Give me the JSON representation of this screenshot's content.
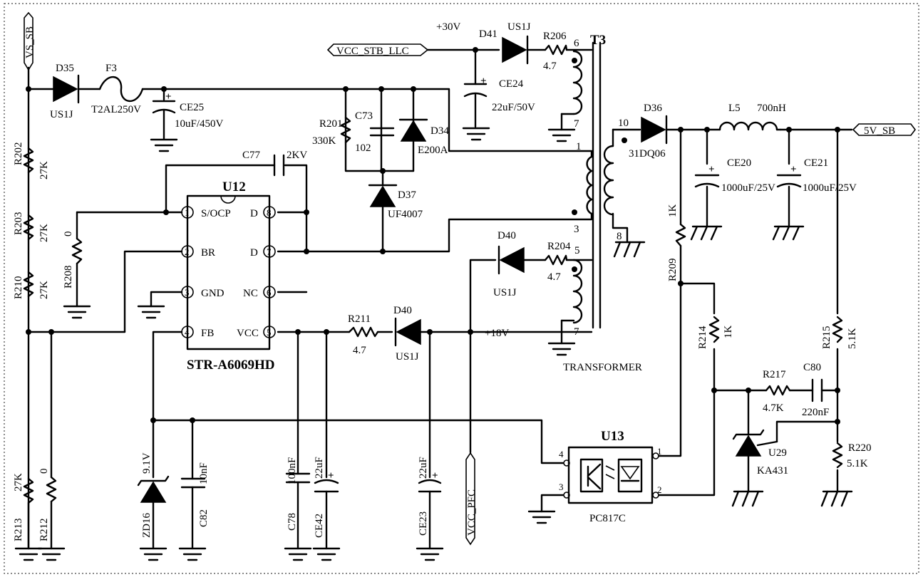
{
  "nets": {
    "vs_sb": "VS_SB",
    "vcc_stb_llc": "VCC_STB_LLC",
    "v5_sb": "5V_SB",
    "vcc_pfc": "VCC_PFC",
    "v30": "+30V",
    "v18": "+18V"
  },
  "u12": {
    "ref": "U12",
    "part": "STR-A6069HD",
    "pins": [
      {
        "num": "1",
        "name": "S/OCP"
      },
      {
        "num": "2",
        "name": "BR"
      },
      {
        "num": "3",
        "name": "GND"
      },
      {
        "num": "4",
        "name": "FB"
      },
      {
        "num": "8",
        "name": "D"
      },
      {
        "num": "7",
        "name": "D"
      },
      {
        "num": "6",
        "name": "NC"
      },
      {
        "num": "5",
        "name": "VCC"
      }
    ]
  },
  "u13": {
    "ref": "U13",
    "part": "PC817C",
    "pins": {
      "p1": "1",
      "p2": "2",
      "p3": "3",
      "p4": "4"
    }
  },
  "t3": {
    "ref": "T3",
    "name": "TRANSFORMER",
    "pins": {
      "p1": "1",
      "p3": "3",
      "p5": "5",
      "p6": "6",
      "p7a": "7",
      "p7b": "7",
      "p8": "8",
      "p10": "10"
    }
  },
  "parts": {
    "D35": {
      "ref": "D35",
      "val": "US1J"
    },
    "F3": {
      "ref": "F3",
      "val": "T2AL250V"
    },
    "CE25": {
      "ref": "CE25",
      "val": "10uF/450V"
    },
    "R201": {
      "ref": "R201",
      "val": "330K"
    },
    "C73": {
      "ref": "C73",
      "val": "102"
    },
    "D34": {
      "ref": "D34",
      "val": "E200A"
    },
    "D37": {
      "ref": "D37",
      "val": "UF4007"
    },
    "C77": {
      "ref": "C77",
      "val": "2KV"
    },
    "D41": {
      "ref": "D41",
      "val": "US1J"
    },
    "R206": {
      "ref": "R206",
      "val": "4.7"
    },
    "CE24": {
      "ref": "CE24",
      "val": "22uF/50V"
    },
    "D40a": {
      "ref": "D40",
      "val": "US1J"
    },
    "R204": {
      "ref": "R204",
      "val": "4.7"
    },
    "R211": {
      "ref": "R211",
      "val": "4.7"
    },
    "D40b": {
      "ref": "D40",
      "val": "US1J"
    },
    "R202": {
      "ref": "R202",
      "val": "27K"
    },
    "R203": {
      "ref": "R203",
      "val": "27K"
    },
    "R210": {
      "ref": "R210",
      "val": "27K"
    },
    "R208": {
      "ref": "R208",
      "val": "0"
    },
    "R213": {
      "ref": "R213",
      "val": "27K"
    },
    "R212": {
      "ref": "R212",
      "val": "0"
    },
    "ZD16": {
      "ref": "ZD16",
      "val": "9.1V"
    },
    "C82": {
      "ref": "C82",
      "val": "10nF"
    },
    "C78": {
      "ref": "C78",
      "val": "100nF"
    },
    "CE42": {
      "ref": "CE42",
      "val": "22uF"
    },
    "CE23": {
      "ref": "CE23",
      "val": "22uF"
    },
    "D36": {
      "ref": "D36",
      "val": "31DQ06"
    },
    "L5": {
      "ref": "L5",
      "val": "700nH"
    },
    "CE20": {
      "ref": "CE20",
      "val": "1000uF/25V"
    },
    "CE21": {
      "ref": "CE21",
      "val": "1000uF/25V"
    },
    "R209": {
      "ref": "R209",
      "val": "1K"
    },
    "R214": {
      "ref": "R214",
      "val": "1K"
    },
    "R215": {
      "ref": "R215",
      "val": "5.1K"
    },
    "R217": {
      "ref": "R217",
      "val": "4.7K"
    },
    "C80": {
      "ref": "C80",
      "val": "220nF"
    },
    "R220": {
      "ref": "R220",
      "val": "5.1K"
    },
    "U29": {
      "ref": "U29",
      "val": "KA431"
    }
  },
  "polarity_mark": "+"
}
